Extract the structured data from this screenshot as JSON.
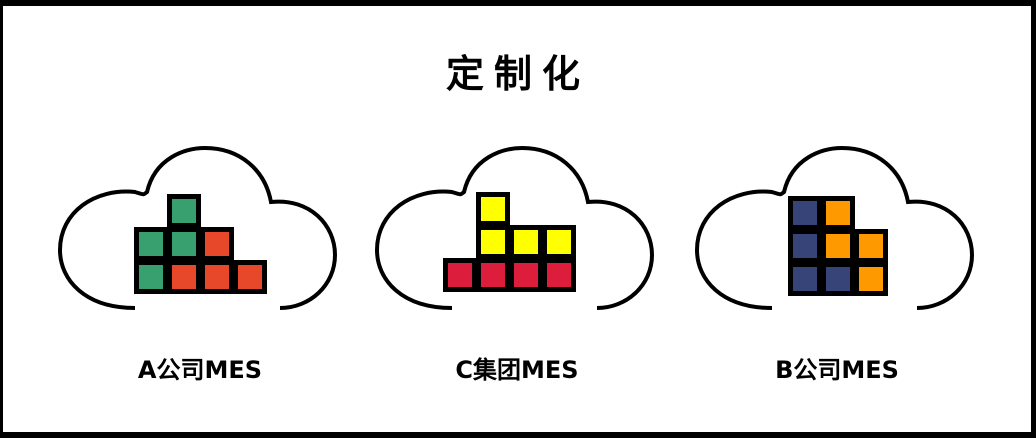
{
  "title": "定制化",
  "panels": [
    {
      "label": "A公司MES",
      "colors": {
        "G": "#38a06e",
        "R": "#e8482a"
      },
      "grid": [
        [
          "",
          "G",
          "",
          ""
        ],
        [
          "G",
          "G",
          "R",
          ""
        ],
        [
          "G",
          "R",
          "R",
          "R"
        ]
      ]
    },
    {
      "label": "C集团MES",
      "colors": {
        "Y": "#ffff00",
        "D": "#dc1e3c"
      },
      "grid": [
        [
          "",
          "Y",
          "",
          ""
        ],
        [
          "",
          "Y",
          "Y",
          "Y"
        ],
        [
          "D",
          "D",
          "D",
          "D"
        ]
      ]
    },
    {
      "label": "B公司MES",
      "colors": {
        "N": "#364478",
        "O": "#ff9900"
      },
      "grid": [
        [
          "N",
          "O",
          ""
        ],
        [
          "N",
          "O",
          "O"
        ],
        [
          "N",
          "N",
          "O"
        ]
      ]
    }
  ]
}
